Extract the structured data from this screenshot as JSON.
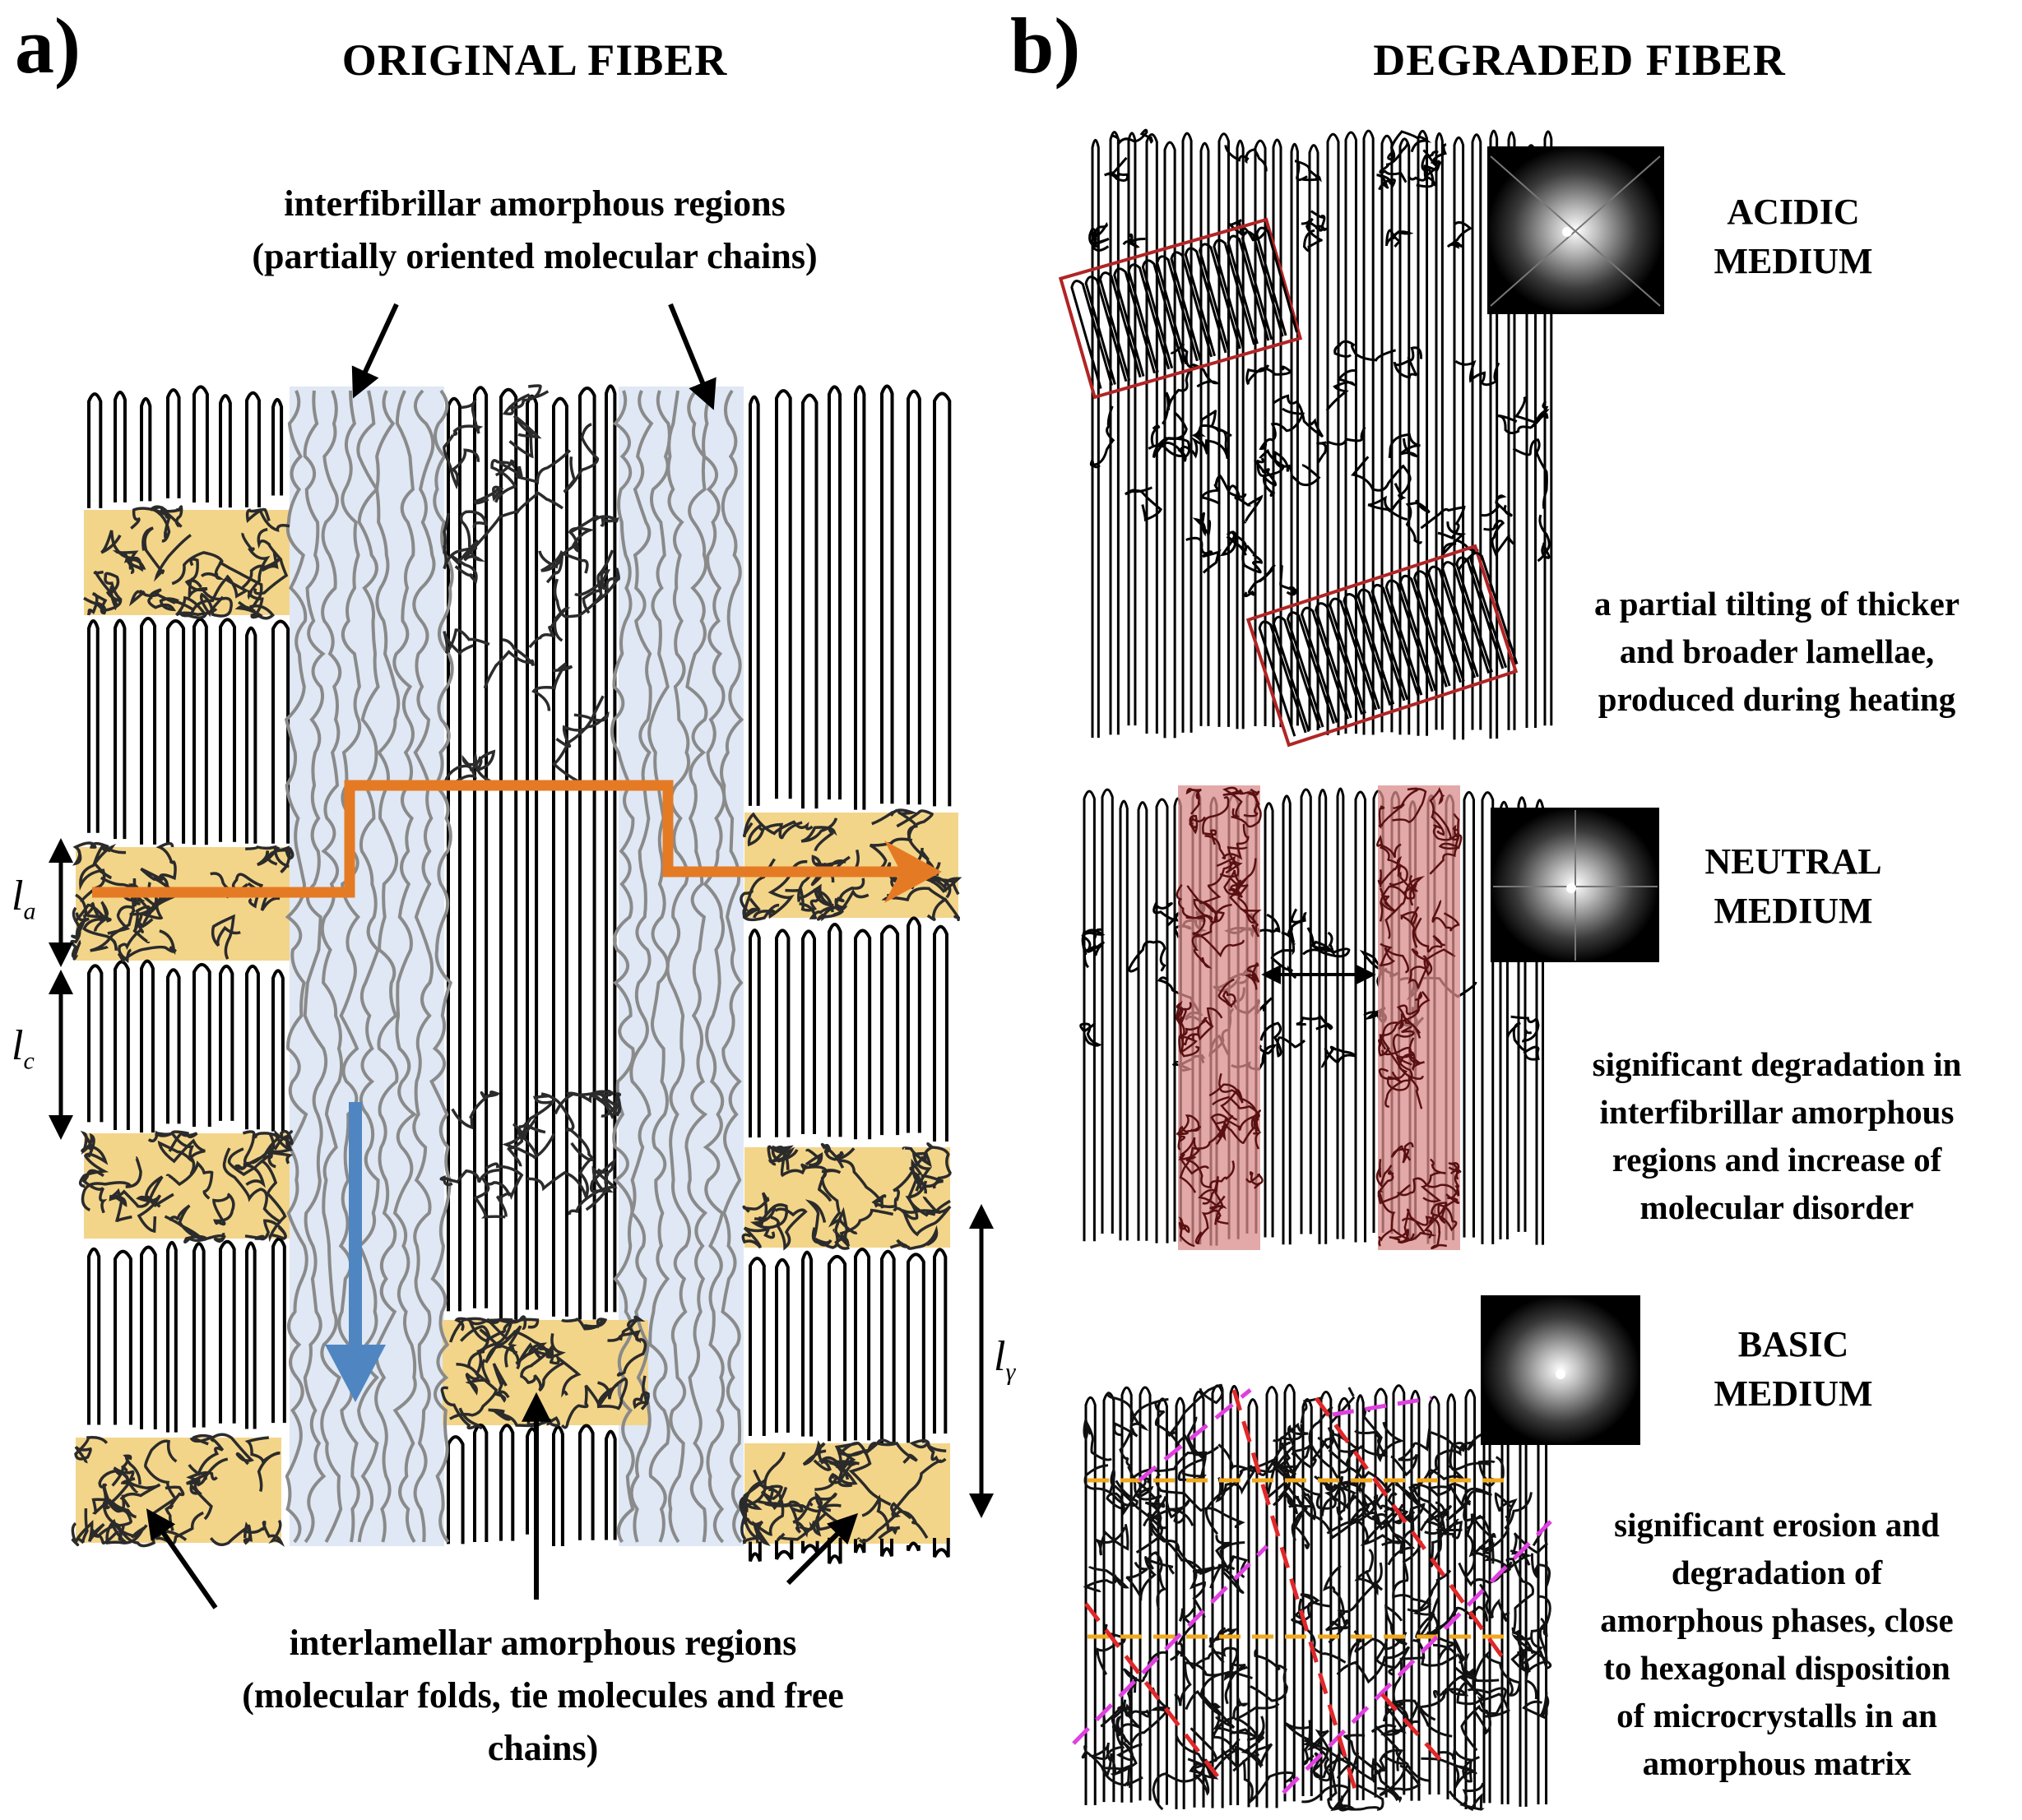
{
  "panel_a": {
    "letter": "a)",
    "heading": "ORIGINAL FIBER",
    "interfibrillar_label": [
      "interfibrillar  amorphous regions",
      "(partially  oriented molecular chains)"
    ],
    "interlamellar_label": [
      "interlamellar  amorphous  regions",
      "(molecular folds, tie molecules and free",
      "chains)"
    ],
    "symbols": {
      "la": "l",
      "la_sub": "a",
      "lc": "l",
      "lc_sub": "c",
      "ly": "l",
      "ly_sub": "γ"
    }
  },
  "panel_b": {
    "letter": "b)",
    "heading": "DEGRADED FIBER",
    "acidic": {
      "medium": [
        "ACIDIC",
        "MEDIUM"
      ],
      "note": [
        "a partial tilting of thicker",
        "and broader lamellae,",
        "produced during heating"
      ]
    },
    "neutral": {
      "medium": [
        "NEUTRAL",
        "MEDIUM"
      ],
      "note": [
        "significant degradation in",
        "interfibrillar  amorphous",
        "regions and increase of",
        "molecular disorder"
      ]
    },
    "basic": {
      "medium": [
        "BASIC",
        "MEDIUM"
      ],
      "note": [
        "significant erosion and",
        "degradation of",
        "amorphous phases, close",
        "to hexagonal disposition",
        "of microcrystalls in an",
        "amorphous matrix"
      ]
    }
  },
  "colors": {
    "amorphous_yellow": "#f3d58a",
    "interfibrillar_blue": "#dfe8f4",
    "orange_arrow": "#e57a25",
    "blue_arrow": "#4f86c2",
    "degraded_red_band": "#d98b8b",
    "tilt_box_red": "#b02525",
    "grid_orange_dash": "#f0a81e",
    "grid_red_dash": "#e0282a",
    "grid_magenta_dash": "#e040e0"
  }
}
